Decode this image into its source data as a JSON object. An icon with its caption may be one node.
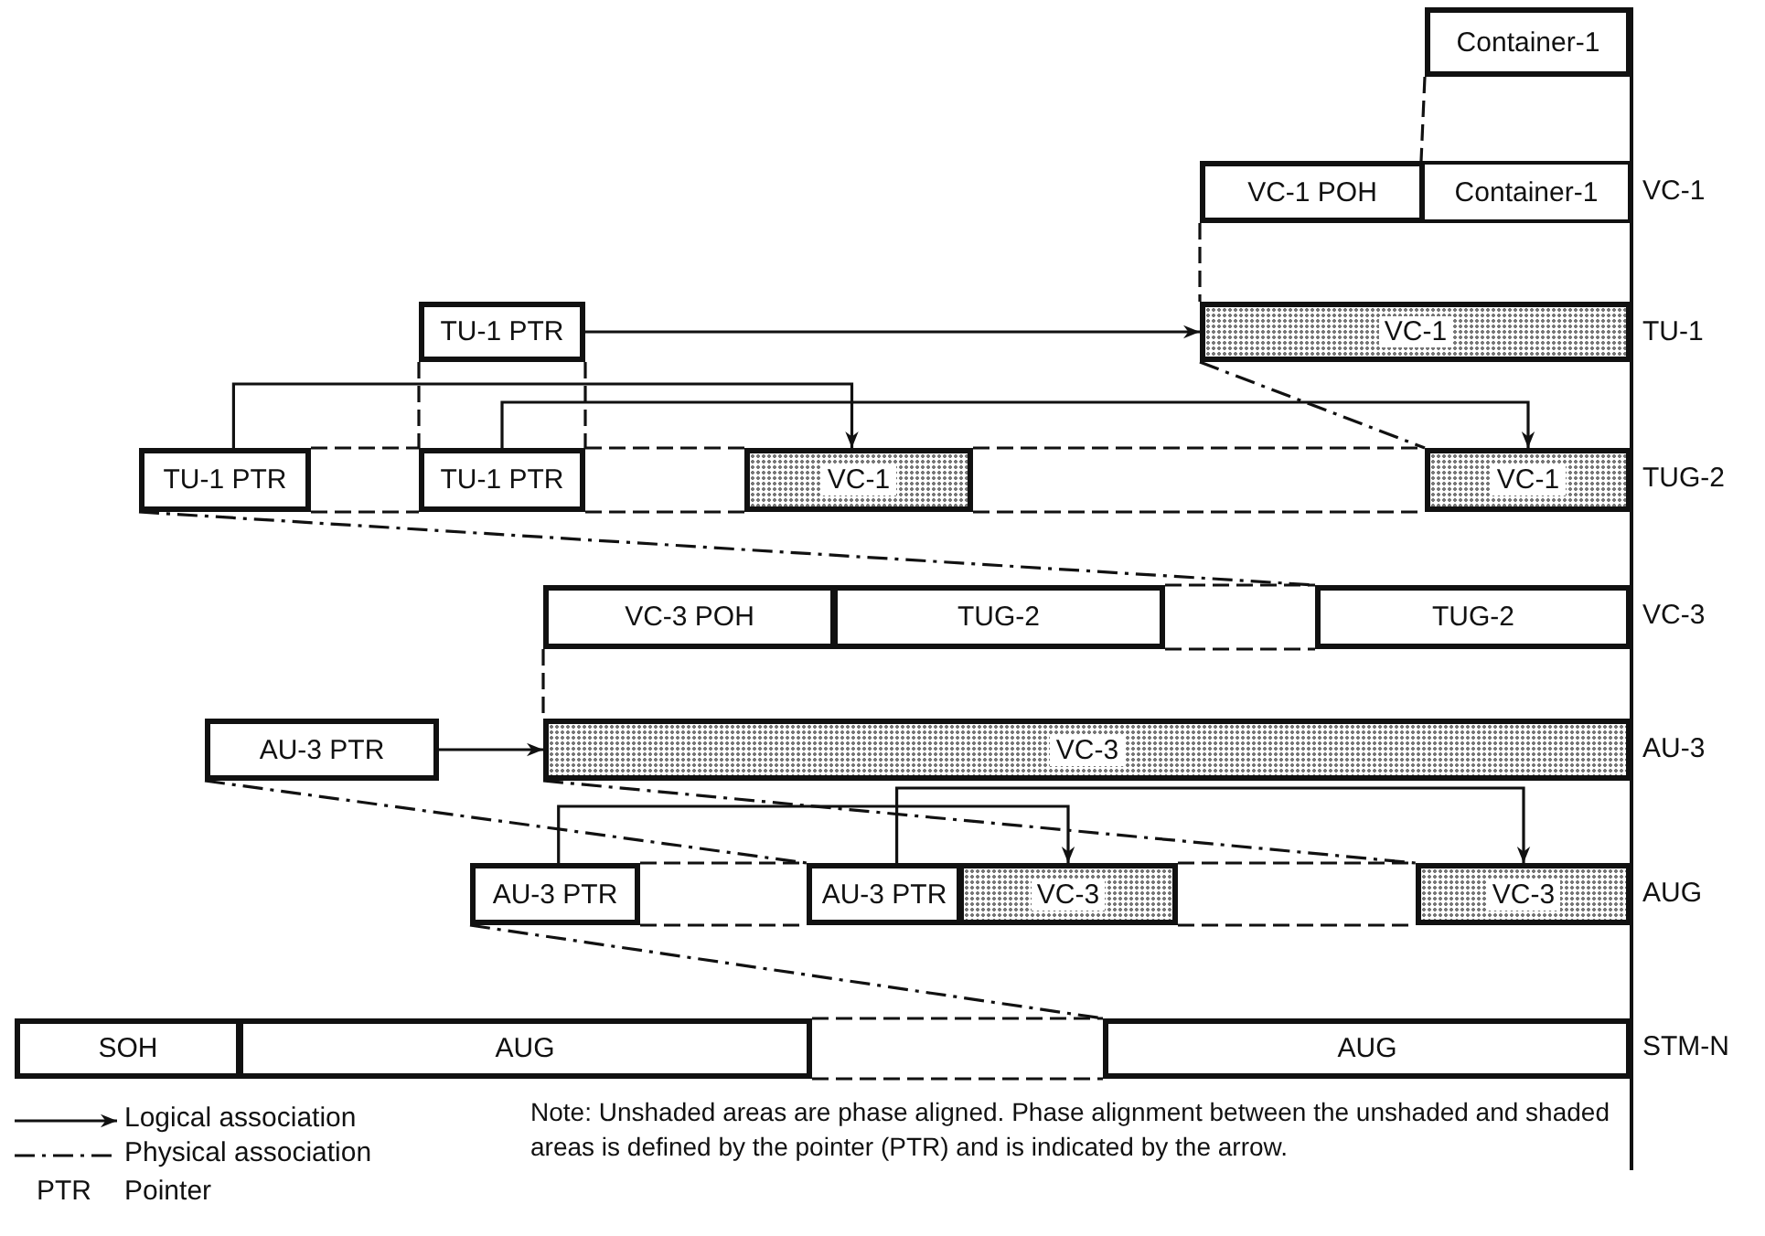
{
  "diagram": {
    "nodes": [
      {
        "text": [
          "Container-1"
        ]
      },
      {
        "text": [
          "VC-1 POH"
        ]
      },
      {
        "text": [
          "Container-1"
        ]
      },
      {
        "text": [
          "TU-1 PTR"
        ]
      },
      {
        "text": [
          "VC-1"
        ]
      },
      {
        "text": [
          "TU-1 PTR"
        ]
      },
      {
        "text": [
          "TU-1 PTR"
        ]
      },
      {
        "text": [
          "VC-1"
        ]
      },
      {
        "text": [
          "VC-1"
        ]
      },
      {
        "text": [
          "VC-3 POH"
        ]
      },
      {
        "text": [
          "TUG-2"
        ]
      },
      {
        "text": [
          "TUG-2"
        ]
      },
      {
        "text": [
          "AU-3 PTR"
        ]
      },
      {
        "text": [
          "VC-3"
        ]
      },
      {
        "text": [
          "AU-3 PTR"
        ]
      },
      {
        "text": [
          "AU-3 PTR"
        ]
      },
      {
        "text": [
          "VC-3"
        ]
      },
      {
        "text": [
          "VC-3"
        ]
      },
      {
        "text": [
          "SOH"
        ]
      },
      {
        "text": [
          "AUG"
        ]
      },
      {
        "text": [
          "AUG"
        ]
      }
    ],
    "edges": [
      {
        "from": 0,
        "to": 2,
        "arrow": "none",
        "style": "dashed"
      },
      {
        "from": 1,
        "to": 4,
        "arrow": "none",
        "style": "dashed"
      },
      {
        "from": 3,
        "to": 4,
        "arrow": "to"
      },
      {
        "from": 3,
        "to": 6,
        "arrow": "none",
        "style": "dashed"
      },
      {
        "from": 4,
        "to": 8,
        "arrow": "none",
        "style": "dashed"
      },
      {
        "from": 5,
        "to": 7,
        "arrow": "to"
      },
      {
        "from": 6,
        "to": 8,
        "arrow": "to"
      },
      {
        "from": 5,
        "to": 6,
        "arrow": "none",
        "style": "dashed"
      },
      {
        "from": 6,
        "to": 7,
        "arrow": "none",
        "style": "dashed"
      },
      {
        "from": 7,
        "to": 8,
        "arrow": "none",
        "style": "dashed"
      },
      {
        "from": 5,
        "to": 11,
        "arrow": "none",
        "style": "dashed"
      },
      {
        "from": 10,
        "to": 11,
        "arrow": "none",
        "style": "dashed"
      },
      {
        "from": 9,
        "to": 13,
        "arrow": "none",
        "style": "dashed"
      },
      {
        "from": 12,
        "to": 13,
        "arrow": "to"
      },
      {
        "from": 12,
        "to": 15,
        "arrow": "none",
        "style": "dashed"
      },
      {
        "from": 13,
        "to": 17,
        "arrow": "none",
        "style": "dashed"
      },
      {
        "from": 14,
        "to": 16,
        "arrow": "to"
      },
      {
        "from": 15,
        "to": 17,
        "arrow": "to"
      },
      {
        "from": 14,
        "to": 15,
        "arrow": "none",
        "style": "dashed"
      },
      {
        "from": 16,
        "to": 17,
        "arrow": "none",
        "style": "dashed"
      },
      {
        "from": 14,
        "to": 20,
        "arrow": "none",
        "style": "dashed"
      },
      {
        "from": 19,
        "to": 20,
        "arrow": "none",
        "style": "dashed"
      }
    ],
    "labels": [
      "VC-1",
      "TU-1",
      "TUG-2",
      "VC-3",
      "AU-3",
      "AUG",
      "STM-N",
      "PTR",
      "Note: Unshaded areas are phase aligned. Phase alignment between the unshaded and shaded areas is defined by the pointer (PTR) and is indicated by the arrow."
    ],
    "legend": [
      {
        "text": "Logical association"
      },
      {
        "text": "Physical association"
      },
      {
        "text": "Pointer"
      }
    ]
  }
}
